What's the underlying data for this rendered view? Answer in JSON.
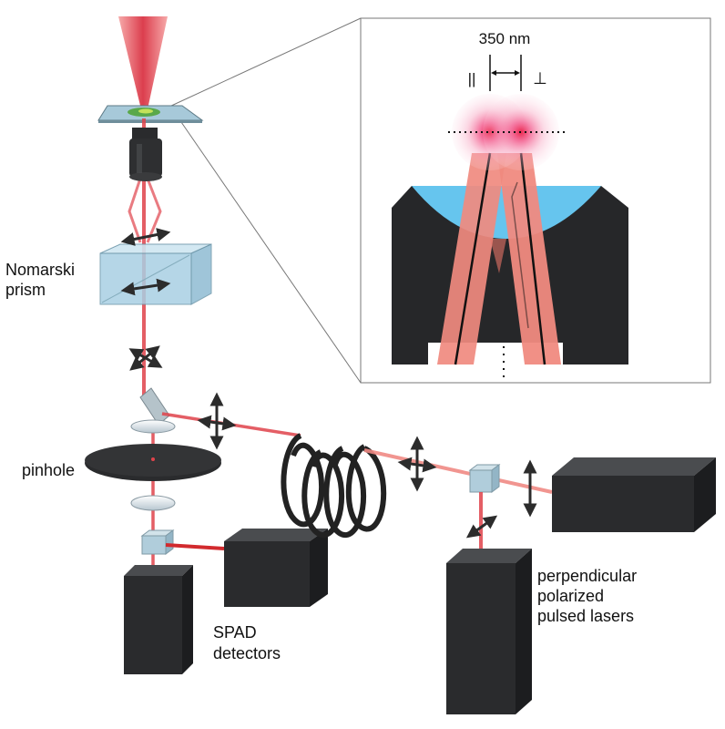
{
  "labels": {
    "nomarski_line1": "Nomarski",
    "nomarski_line2": "prism",
    "pinhole": "pinhole",
    "spad_line1": "SPAD",
    "spad_line2": "detectors",
    "lasers_line1": "perpendicular",
    "lasers_line2": "polarized",
    "lasers_line3": "pulsed lasers"
  },
  "inset": {
    "distance_label": "350 nm",
    "parallel_symbol": "||",
    "perpendicular_symbol": "⊥"
  },
  "colors": {
    "beam": "#e0434b",
    "beam_light": "#f08a84",
    "glass": "#a9cfe3",
    "immersion": "#66c5ee",
    "dark_block": "#2a2b2d",
    "sample": "#5aa84a"
  }
}
